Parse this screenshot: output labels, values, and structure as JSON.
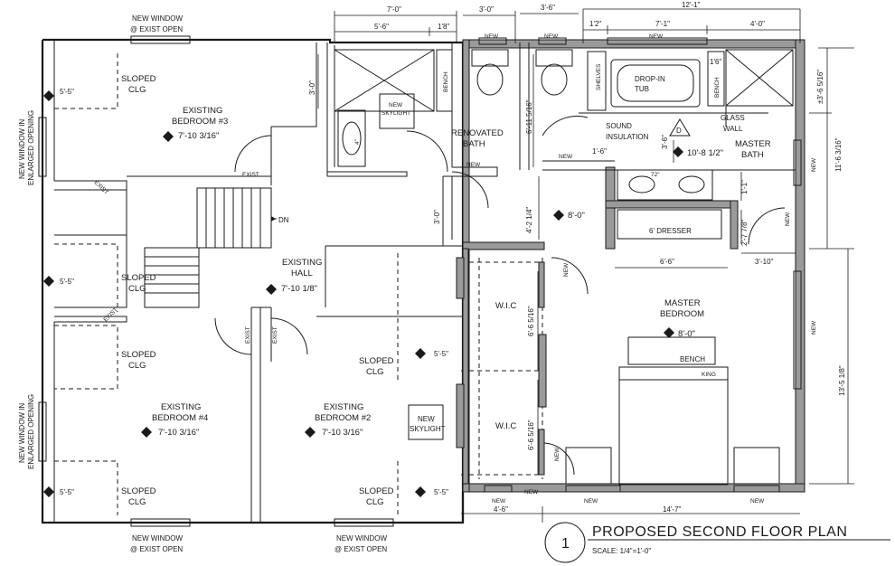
{
  "title": {
    "number": "1",
    "text": "PROPOSED SECOND FLOOR PLAN",
    "scale": "SCALE: 1/4\"=1'-0\""
  },
  "rooms": {
    "bedroom3": [
      "EXISTING",
      "BEDROOM #3"
    ],
    "bedroom3_ht": "7'-10 3/16\"",
    "bedroom4": [
      "EXISTING",
      "BEDROOM #4"
    ],
    "bedroom4_ht": "7'-10 3/16\"",
    "bedroom2": [
      "EXISTING",
      "BEDROOM #2"
    ],
    "bedroom2_ht": "7'-10 3/16\"",
    "hall": [
      "EXISTING",
      "HALL"
    ],
    "hall_ht": "7'-10 1/8\"",
    "reno_bath": [
      "RENOVATED",
      "BATH"
    ],
    "master_bath": [
      "MASTER",
      "BATH"
    ],
    "master_bath_ht": "10'-8 1/2\"",
    "master_bedroom": [
      "MASTER",
      "BEDROOM"
    ],
    "master_bedroom_ht": "8'-0\"",
    "wic": "W.I.C",
    "hall2_ht": "8'-0\""
  },
  "labels": {
    "sloped": [
      "SLOPED",
      "CLG"
    ],
    "five_five": "5'-5\"",
    "new_window_exist": [
      "NEW WINDOW",
      "@ EXIST OPEN"
    ],
    "new_window_enlarged": [
      "NEW WINDOW IN",
      "ENLARGED OPENING"
    ],
    "new_skylight": [
      "NEW",
      "SKYLIGHT"
    ],
    "drop_in_tub": [
      "DROP-IN",
      "TUB"
    ],
    "shelves": "SHELVES",
    "bench": "BENCH",
    "glass_wall": [
      "GLASS",
      "WALL"
    ],
    "sound_insulation": [
      "SOUND",
      "INSULATION"
    ],
    "dresser": "6' DRESSER",
    "king": "KING",
    "new": "NEW",
    "exist": "EXIST",
    "dn": "DN",
    "d": "D",
    "vanity": "72\""
  },
  "dims": {
    "d7_0": "7'-0\"",
    "d5_6": "5'-6\"",
    "d1_8": "1'8\"",
    "d3_0": "3'-0\"",
    "d3_6": "3'-6\"",
    "d12_1": "12'-1\"",
    "d1_2": "1'2\"",
    "d7_1": "7'-1\"",
    "d4_0": "4'-0\"",
    "d1_6a": "1'6\"",
    "d3_6_5_16": "±3'-6 5/16\"",
    "d11_6_3_16": "11'-6 3/16\"",
    "d13_5_1_8": "13'-5 1/8\"",
    "d6_11_5_16": "6'-11 5/16\"",
    "d3_0b": "3'-0\"",
    "d3_6v": "3'-6\"",
    "d1_6b": "1'-6\"",
    "d1_1": "1'-1\"",
    "d2_7_7_8": "2'-7 7/8\"",
    "d4_2_1_4": "4'-2 1/4\"",
    "d3_0c": "3'-0\"",
    "d6_6": "6'-6\"",
    "d3_10": "3'-10\"",
    "d6_6_5_16a": "6'-6 5/16\"",
    "d6_6_5_16b": "6'-6 5/16\"",
    "d4_6": "4'-6\"",
    "d14_7": "14'-7\"",
    "d4p": "4\""
  }
}
